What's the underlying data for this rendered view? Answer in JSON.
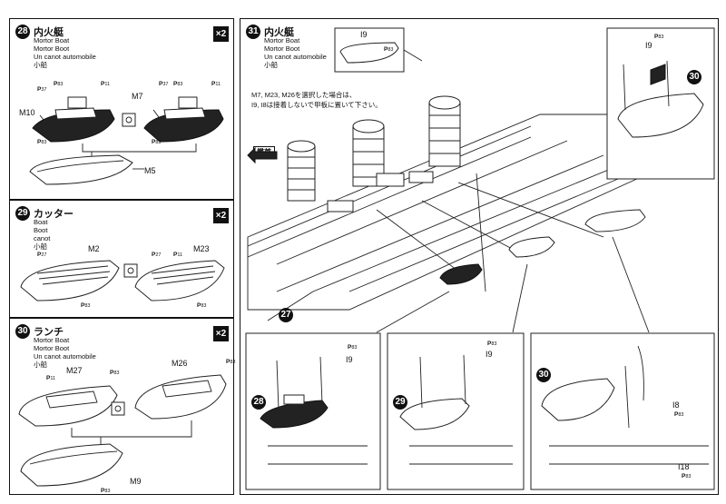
{
  "panel28": {
    "step": "28",
    "title": "内火艇",
    "subs": [
      "Mortor Boat",
      "Mortor Boot",
      "Un canot automobile",
      "小船"
    ],
    "qty": "×2",
    "labels": {
      "m10": "M10",
      "m7": "M7",
      "m5": "M5"
    },
    "parts": [
      "P",
      "P",
      "P",
      "P",
      "P",
      "P",
      "P",
      "P"
    ],
    "partnums": [
      "37",
      "83",
      "11",
      "83",
      "37",
      "83",
      "11",
      "83"
    ]
  },
  "panel29": {
    "step": "29",
    "title": "カッター",
    "subs": [
      "Boat",
      "Boot",
      "canot",
      "小船"
    ],
    "qty": "×2",
    "labels": {
      "m2": "M2",
      "m23": "M23"
    },
    "parts": [
      "P",
      "P",
      "P",
      "P",
      "P"
    ],
    "partnums": [
      "27",
      "83",
      "27",
      "11",
      "83"
    ]
  },
  "panel30": {
    "step": "30",
    "title": "ランチ",
    "subs": [
      "Mortor Boat",
      "Mortor Boot",
      "Un canot automobile",
      "小船"
    ],
    "qty": "×2",
    "labels": {
      "m27": "M27",
      "m26": "M26",
      "m9": "M9"
    },
    "parts": [
      "P",
      "P",
      "P",
      "P"
    ],
    "partnums": [
      "11",
      "83",
      "83",
      "83"
    ]
  },
  "panel31": {
    "step": "31",
    "title": "内火艇",
    "subs": [
      "Mortor Boat",
      "Mortor Boot",
      "Un canot automobile",
      "小船"
    ],
    "note": [
      "M7, M23, M26を選択した場合は、",
      "I9, I8は接着しないで甲板に置いて下さい。"
    ],
    "bow": "艦首",
    "callouts": {
      "i9_top": "I9",
      "i9_right": "I9",
      "ref30": "30",
      "ref27": "27"
    },
    "parts": [
      "P",
      "P"
    ],
    "partnums": [
      "83",
      "83"
    ]
  },
  "detail28": {
    "ref": "28",
    "i9": "I9",
    "part": "P",
    "partnum": "83"
  },
  "detail29": {
    "ref": "29",
    "i9": "I9",
    "part": "P",
    "partnum": "83"
  },
  "detail30": {
    "ref": "30",
    "i8": "I8",
    "i18": "I18",
    "parts": [
      "P",
      "P"
    ],
    "partnums": [
      "83",
      "83"
    ]
  }
}
